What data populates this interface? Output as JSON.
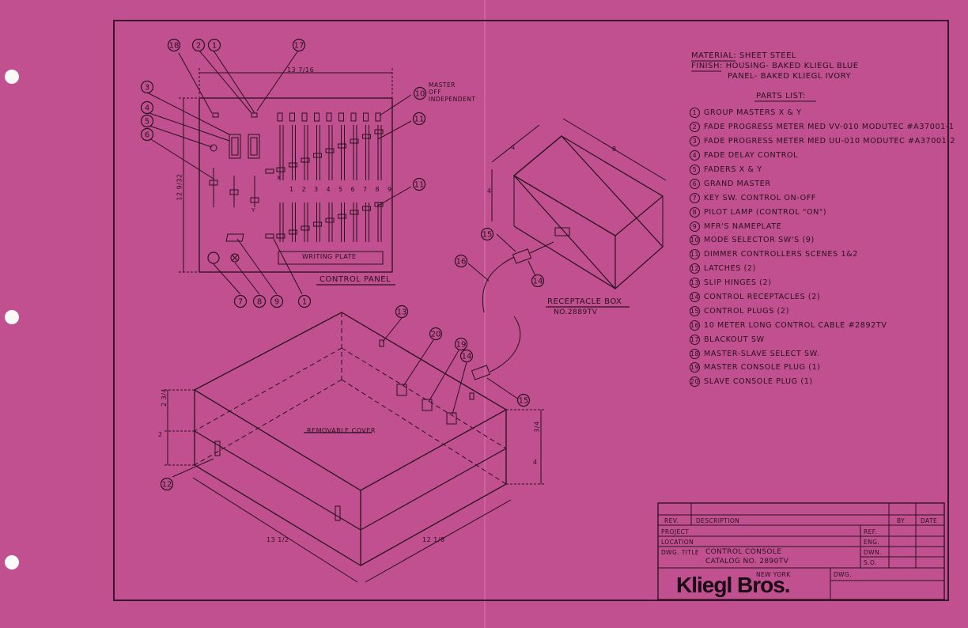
{
  "spec": {
    "material_label": "MATERIAL:",
    "material_value": "SHEET STEEL",
    "finish_label": "FINISH:",
    "housing_label": "HOUSING-",
    "housing_value": "BAKED KLIEGL BLUE",
    "panel_label": "PANEL-",
    "panel_value": "BAKED KLIEGL IVORY"
  },
  "parts_list": {
    "title": "PARTS LIST:",
    "items": [
      {
        "n": "1",
        "text": "GROUP MASTERS X & Y"
      },
      {
        "n": "2",
        "text": "FADE PROGRESS METER MED VV-010 MODUTEC #A37001-1"
      },
      {
        "n": "3",
        "text": "FADE PROGRESS METER MED UU-010 MODUTEC #A37001-2"
      },
      {
        "n": "4",
        "text": "FADE DELAY CONTROL"
      },
      {
        "n": "5",
        "text": "FADERS X & Y"
      },
      {
        "n": "6",
        "text": "GRAND MASTER"
      },
      {
        "n": "7",
        "text": "KEY SW. CONTROL ON-OFF"
      },
      {
        "n": "8",
        "text": "PILOT LAMP (CONTROL \"ON\")"
      },
      {
        "n": "9",
        "text": "MFR'S NAMEPLATE"
      },
      {
        "n": "10",
        "text": "MODE SELECTOR SW'S (9)"
      },
      {
        "n": "11",
        "text": "DIMMER CONTROLLERS SCENES 1&2"
      },
      {
        "n": "12",
        "text": "LATCHES (2)"
      },
      {
        "n": "13",
        "text": "SLIP HINGES (2)"
      },
      {
        "n": "14",
        "text": "CONTROL RECEPTACLES (2)"
      },
      {
        "n": "15",
        "text": "CONTROL PLUGS (2)"
      },
      {
        "n": "16",
        "text": "10 METER LONG CONTROL CABLE #2892TV"
      },
      {
        "n": "17",
        "text": "BLACKOUT SW"
      },
      {
        "n": "18",
        "text": "MASTER-SLAVE SELECT SW."
      },
      {
        "n": "19",
        "text": "MASTER CONSOLE PLUG (1)"
      },
      {
        "n": "20",
        "text": "SLAVE CONSOLE PLUG (1)"
      }
    ]
  },
  "control_panel": {
    "title": "CONTROL PANEL",
    "writing_plate": "WRITING PLATE",
    "master_note_1": "MASTER",
    "master_note_2": "OFF",
    "master_note_3": "INDEPENDENT",
    "width_dim": "13 7/16",
    "height_dim": "12 9/32",
    "channel_numbers": [
      "1",
      "2",
      "3",
      "4",
      "5",
      "6",
      "7",
      "8",
      "9"
    ],
    "x_label": "X",
    "y_label": "Y"
  },
  "receptacle_box": {
    "title": "RECEPTACLE BOX",
    "catalog": "NO.2889TV",
    "dim_a": "4",
    "dim_b": "8",
    "dim_c": "4"
  },
  "console": {
    "cover_label": "REMOVABLE COVER",
    "dim_height_total": "2 3/4",
    "dim_height_lower": "2",
    "dim_right_top": "3/4",
    "dim_right": "4",
    "dim_length": "13 1/2",
    "dim_depth": "12 1/8"
  },
  "title_block": {
    "rev": "REV.",
    "description": "DESCRIPTION",
    "by": "BY",
    "date": "DATE",
    "project": "PROJECT",
    "location": "LOCATION",
    "dwg_title_label": "DWG. TITLE",
    "dwg_title_1": "CONTROL CONSOLE",
    "dwg_title_2": "CATALOG NO. 2890TV",
    "ref": "REF.",
    "eng": "ENG.",
    "dwn": "DWN.",
    "so": "S.O.",
    "dwg": "DWG.",
    "city": "NEW YORK",
    "company": "Kliegl Bros."
  },
  "colors": {
    "paper": "#c0508f",
    "ink": "#2a1020"
  }
}
